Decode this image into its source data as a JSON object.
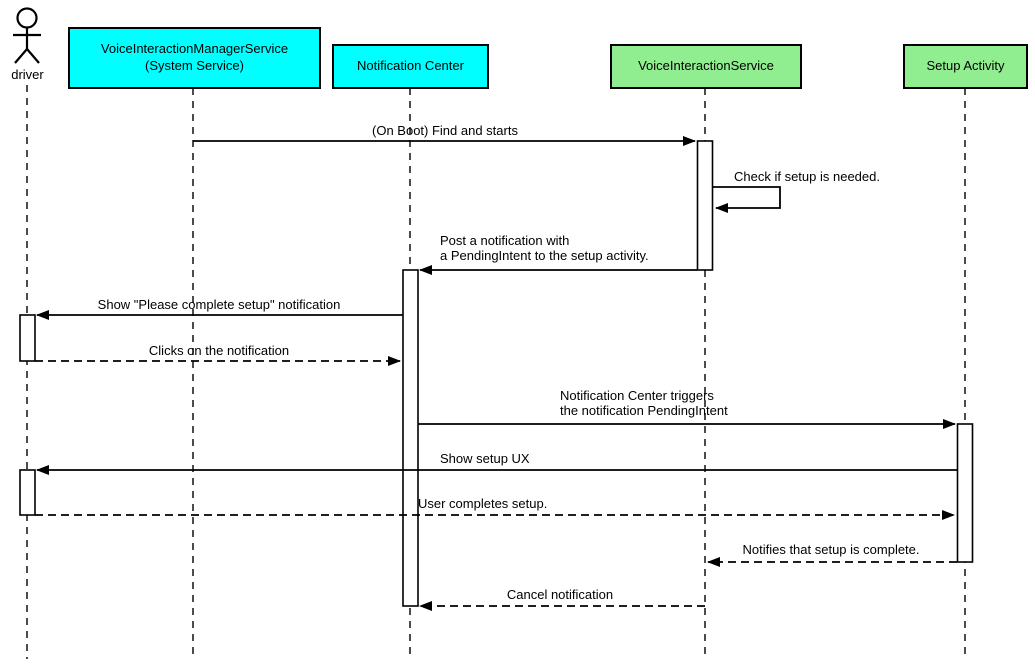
{
  "diagram": {
    "kind": "uml-sequence-diagram",
    "background": "#ffffff",
    "actor": {
      "id": "driver",
      "label": "driver"
    },
    "participants": [
      {
        "id": "vims",
        "label": "VoiceInteractionManagerService\n(System Service)",
        "fill": "#00ffff"
      },
      {
        "id": "nc",
        "label": "Notification Center",
        "fill": "#00ffff"
      },
      {
        "id": "vis",
        "label": "VoiceInteractionService",
        "fill": "#90ee90"
      },
      {
        "id": "setup",
        "label": "Setup Activity",
        "fill": "#90ee90"
      }
    ],
    "messages": [
      {
        "from": "vims",
        "to": "vis",
        "style": "solid",
        "label": "(On Boot) Find and starts"
      },
      {
        "from": "vis",
        "to": "vis",
        "style": "solid-self",
        "label": "Check if setup is needed."
      },
      {
        "from": "vis",
        "to": "nc",
        "style": "solid",
        "label": "Post a notification with\na PendingIntent to the setup activity."
      },
      {
        "from": "nc",
        "to": "driver",
        "style": "solid",
        "label": "Show \"Please complete setup\" notification"
      },
      {
        "from": "driver",
        "to": "nc",
        "style": "dashed",
        "label": "Clicks on the notification"
      },
      {
        "from": "nc",
        "to": "setup",
        "style": "solid",
        "label": "Notification Center triggers\nthe notification PendingIntent"
      },
      {
        "from": "setup",
        "to": "driver",
        "style": "solid",
        "label": "Show setup UX"
      },
      {
        "from": "driver",
        "to": "setup",
        "style": "dashed",
        "label": "User completes setup."
      },
      {
        "from": "setup",
        "to": "vis",
        "style": "dashed",
        "label": "Notifies that setup is complete."
      },
      {
        "from": "vis",
        "to": "nc",
        "style": "dashed",
        "label": "Cancel notification"
      }
    ],
    "colors": {
      "participant_cyan": "#00ffff",
      "participant_green": "#90ee90",
      "line": "#000000",
      "background": "#ffffff"
    }
  }
}
